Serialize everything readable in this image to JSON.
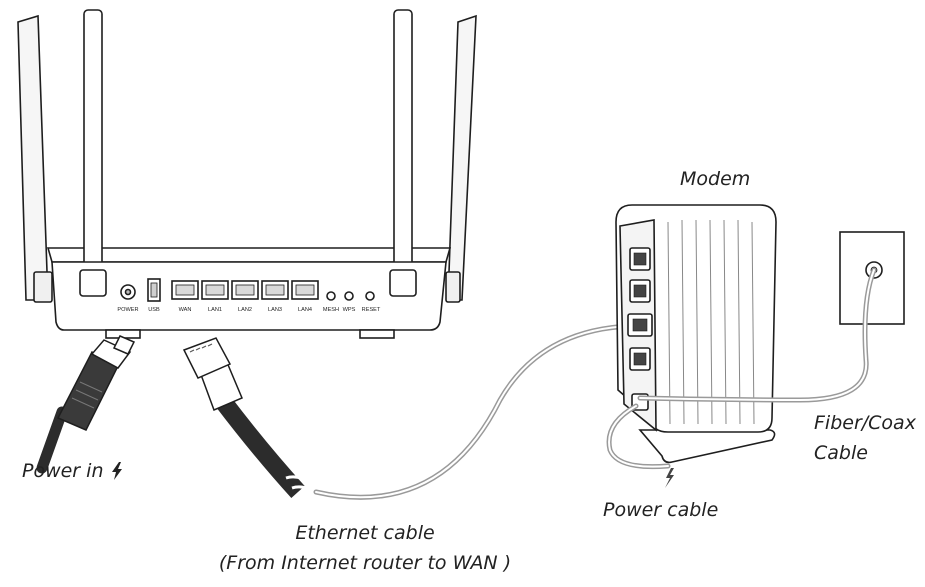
{
  "router": {
    "ports": {
      "power": "POWER",
      "usb": "USB",
      "wan": "WAN",
      "lan1": "LAN1",
      "lan2": "LAN2",
      "lan3": "LAN3",
      "lan4": "LAN4",
      "mesh": "MESH",
      "wps": "WPS",
      "reset": "RESET"
    }
  },
  "labels": {
    "modem": "Modem",
    "power_in": "Power in",
    "ethernet_cable": "Ethernet cable",
    "ethernet_note": "(From Internet router to WAN )",
    "power_cable": "Power cable",
    "fiber_line1": "Fiber/Coax",
    "fiber_line2": "Cable"
  },
  "icons": {
    "power_in_symbol": "lightning-bolt-icon",
    "power_cable_symbol": "lightning-bolt-icon"
  },
  "colors": {
    "line": "#1e1e1e",
    "light_fill": "#f2f2f2",
    "cable_dark": "#333333"
  }
}
